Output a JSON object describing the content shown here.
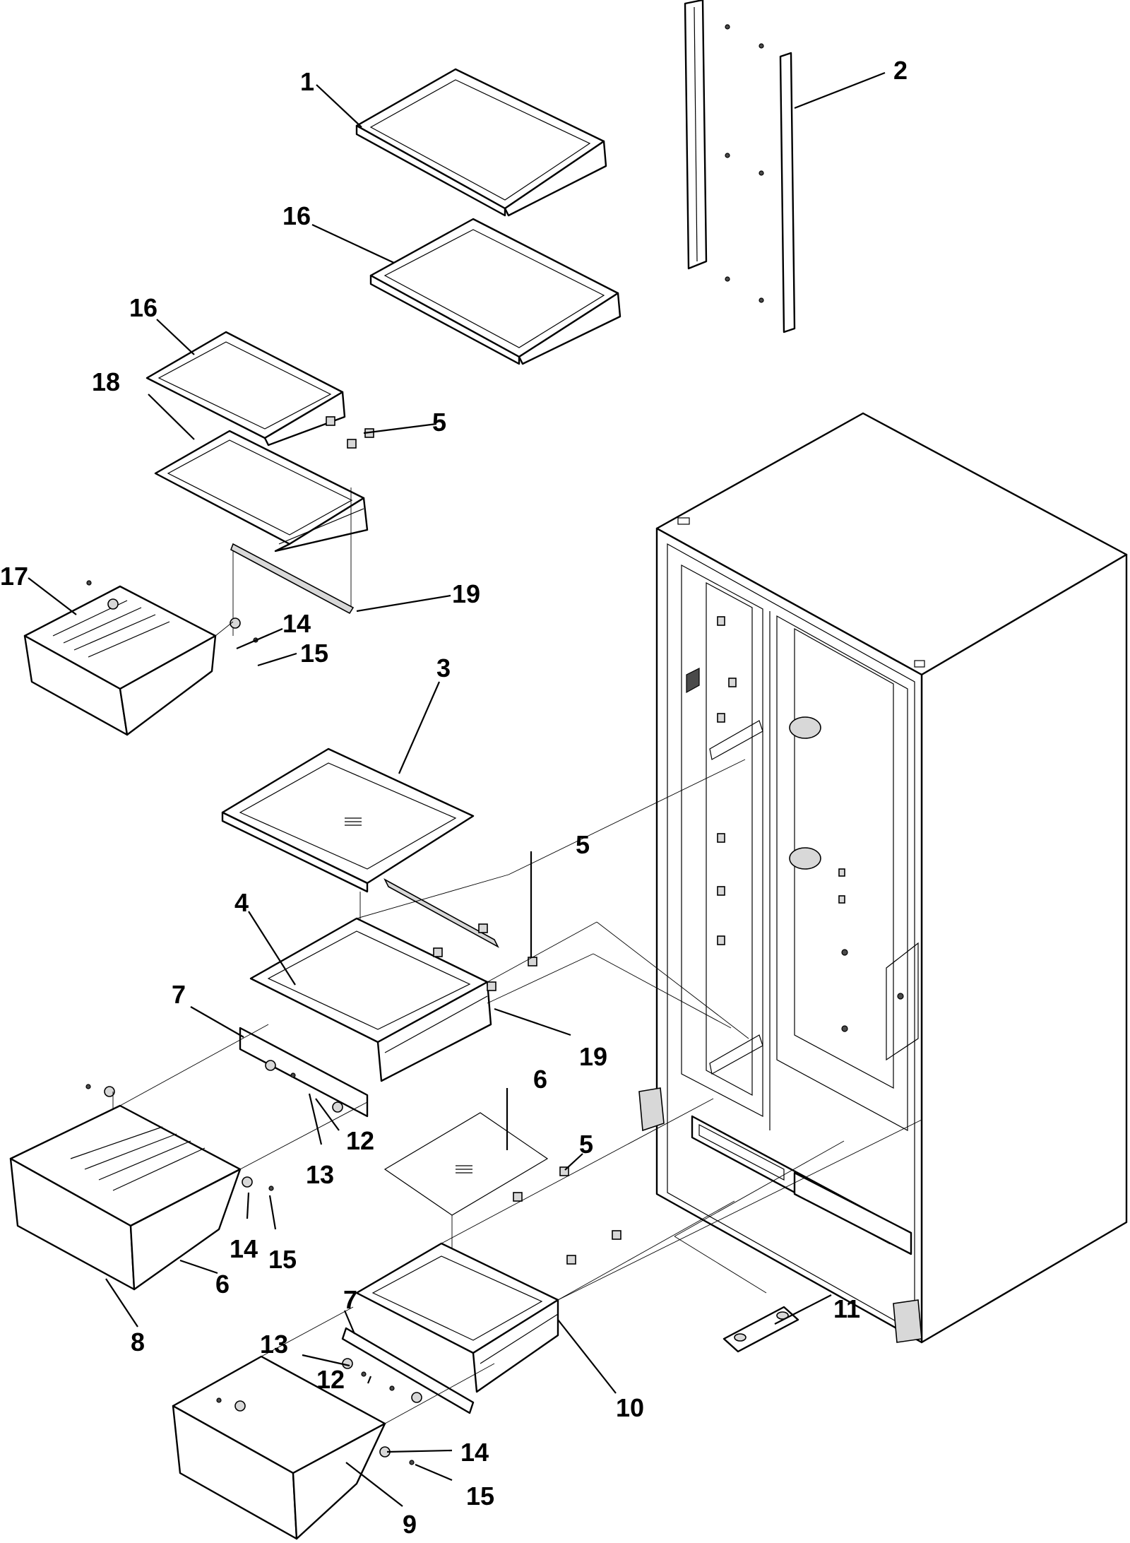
{
  "callouts": [
    {
      "id": "c1",
      "text": "1"
    },
    {
      "id": "c2",
      "text": "2"
    },
    {
      "id": "c16a",
      "text": "16"
    },
    {
      "id": "c16b",
      "text": "16"
    },
    {
      "id": "c18",
      "text": "18"
    },
    {
      "id": "c5a",
      "text": "5"
    },
    {
      "id": "c17",
      "text": "17"
    },
    {
      "id": "c19a",
      "text": "19"
    },
    {
      "id": "c14a",
      "text": "14"
    },
    {
      "id": "c15a",
      "text": "15"
    },
    {
      "id": "c3",
      "text": "3"
    },
    {
      "id": "c4",
      "text": "4"
    },
    {
      "id": "c5b",
      "text": "5"
    },
    {
      "id": "c7a",
      "text": "7"
    },
    {
      "id": "c19b",
      "text": "19"
    },
    {
      "id": "c6a",
      "text": "6"
    },
    {
      "id": "c12a",
      "text": "12"
    },
    {
      "id": "c13a",
      "text": "13"
    },
    {
      "id": "c14b",
      "text": "14"
    },
    {
      "id": "c15b",
      "text": "15"
    },
    {
      "id": "c6b",
      "text": "6"
    },
    {
      "id": "c8",
      "text": "8"
    },
    {
      "id": "c5c",
      "text": "5"
    },
    {
      "id": "c11",
      "text": "11"
    },
    {
      "id": "c7b",
      "text": "7"
    },
    {
      "id": "c13b",
      "text": "13"
    },
    {
      "id": "c12b",
      "text": "12"
    },
    {
      "id": "c10",
      "text": "10"
    },
    {
      "id": "c14c",
      "text": "14"
    },
    {
      "id": "c15c",
      "text": "15"
    },
    {
      "id": "c9",
      "text": "9"
    }
  ],
  "icons": {
    "glass_mark": "glass-shelf-icon"
  }
}
